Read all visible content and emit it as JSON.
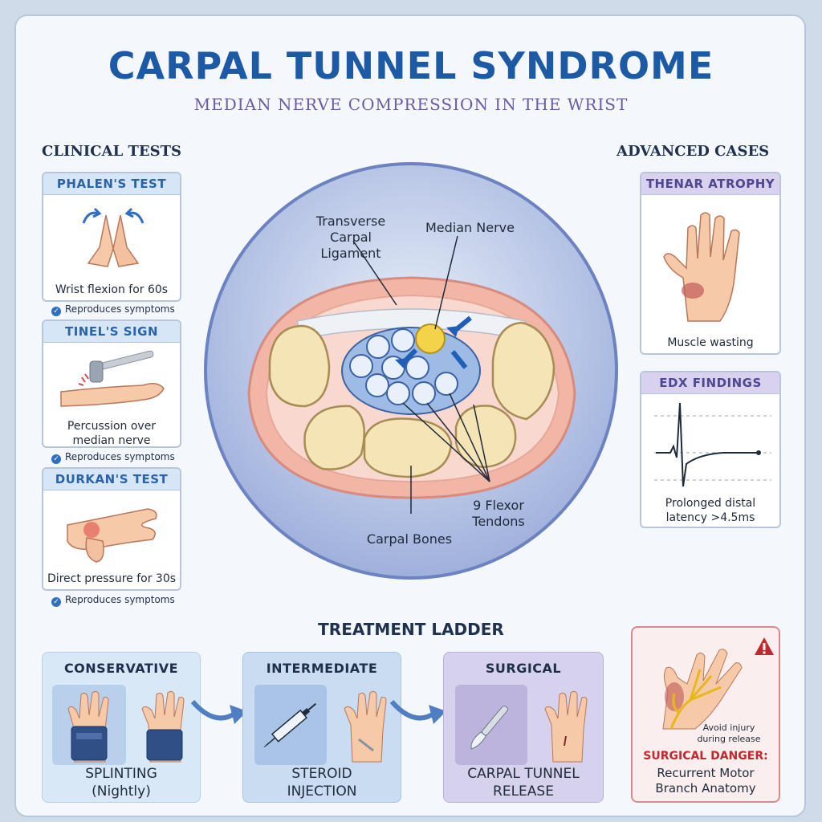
{
  "title": "CARPAL TUNNEL SYNDROME",
  "subtitle": "MEDIAN NERVE COMPRESSION IN THE WRIST",
  "clinical": {
    "heading": "CLINICAL TESTS",
    "tests": [
      {
        "title": "PHALEN'S TEST",
        "caption": "Wrist flexion for 60s",
        "result": "Reproduces symptoms"
      },
      {
        "title": "TINEL'S SIGN",
        "caption_line1": "Percussion over",
        "caption_line2": "median nerve",
        "result": "Reproduces symptoms"
      },
      {
        "title": "DURKAN'S TEST",
        "caption": "Direct pressure for 30s",
        "result": "Reproduces symptoms"
      }
    ]
  },
  "advanced": {
    "heading": "ADVANCED CASES",
    "atrophy": {
      "title": "THENAR ATROPHY",
      "caption": "Muscle wasting"
    },
    "edx": {
      "title": "EDX FINDINGS",
      "caption_line1": "Prolonged distal",
      "caption_line2": "latency >4.5ms"
    }
  },
  "diagram": {
    "ligament_line1": "Transverse",
    "ligament_line2": "Carpal Ligament",
    "nerve": "Median Nerve",
    "tendons_line1": "9 Flexor",
    "tendons_line2": "Tendons",
    "bones": "Carpal Bones"
  },
  "treatment": {
    "heading": "TREATMENT LADDER",
    "steps": [
      {
        "title": "CONSERVATIVE",
        "label_line1": "SPLINTING",
        "label_line2": "(Nightly)"
      },
      {
        "title": "INTERMEDIATE",
        "label_line1": "STEROID",
        "label_line2": "INJECTION"
      },
      {
        "title": "SURGICAL",
        "label_line1": "CARPAL TUNNEL",
        "label_line2": "RELEASE"
      }
    ],
    "danger": {
      "note_line1": "Avoid injury",
      "note_line2": "during release",
      "title": "SURGICAL DANGER:",
      "line1": "Recurrent Motor",
      "line2": "Branch Anatomy"
    }
  },
  "colors": {
    "title_blue": "#1d5aa6",
    "subtitle_purple": "#6d5aa7",
    "nerve_yellow": "#f2d34a",
    "tendon_blue": "#7ea6d8",
    "danger_red": "#c0282d"
  }
}
